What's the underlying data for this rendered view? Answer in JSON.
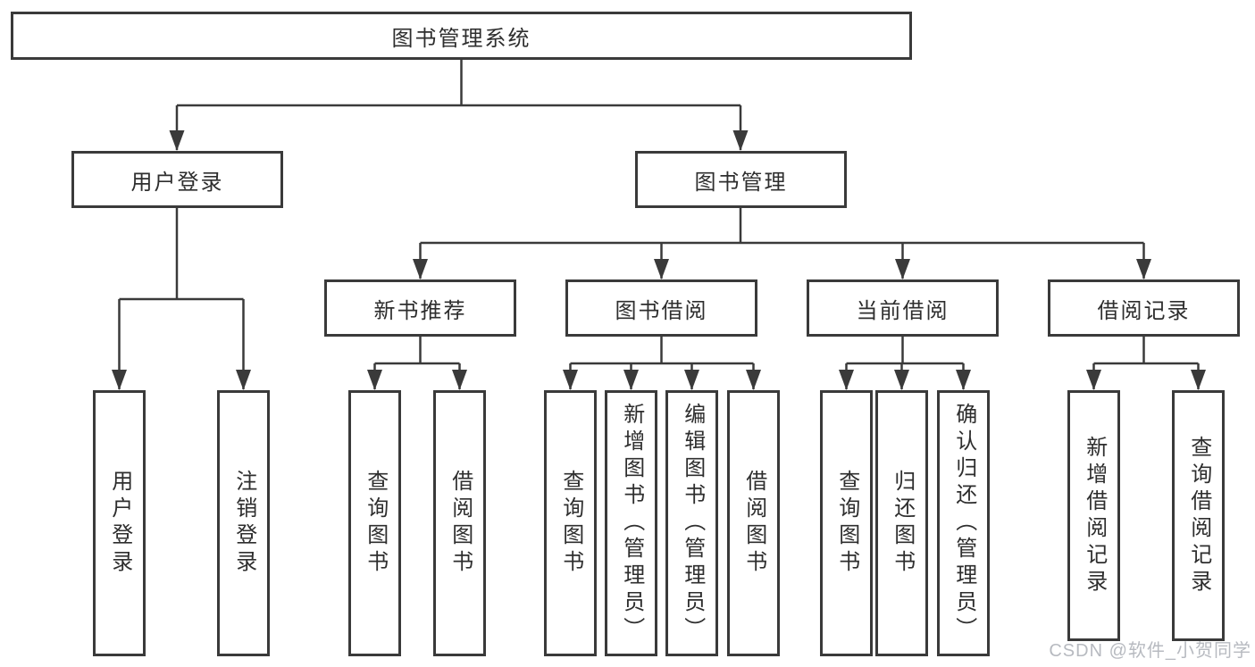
{
  "diagram": {
    "root": {
      "label": "图书管理系统"
    },
    "children": [
      {
        "label": "用户登录",
        "children": [
          {
            "label": "用户登录"
          },
          {
            "label": "注销登录"
          }
        ]
      },
      {
        "label": "图书管理",
        "children": [
          {
            "label": "新书推荐",
            "children": [
              {
                "label": "查询图书"
              },
              {
                "label": "借阅图书"
              }
            ]
          },
          {
            "label": "图书借阅",
            "children": [
              {
                "label": "查询图书"
              },
              {
                "label": "新增图书（管理员）"
              },
              {
                "label": "编辑图书（管理员）"
              },
              {
                "label": "借阅图书"
              }
            ]
          },
          {
            "label": "当前借阅",
            "children": [
              {
                "label": "查询图书"
              },
              {
                "label": "归还图书"
              },
              {
                "label": "确认归还（管理员）"
              }
            ]
          },
          {
            "label": "借阅记录",
            "children": [
              {
                "label": "新增借阅记录"
              },
              {
                "label": "查询借阅记录"
              }
            ]
          }
        ]
      }
    ]
  },
  "watermark": {
    "text": "CSDN @软件_小贺同学"
  },
  "colors": {
    "line": "#3a3a3a",
    "text": "#2e2e2e",
    "background": "#ffffff",
    "watermark": "#aaaeb5"
  }
}
